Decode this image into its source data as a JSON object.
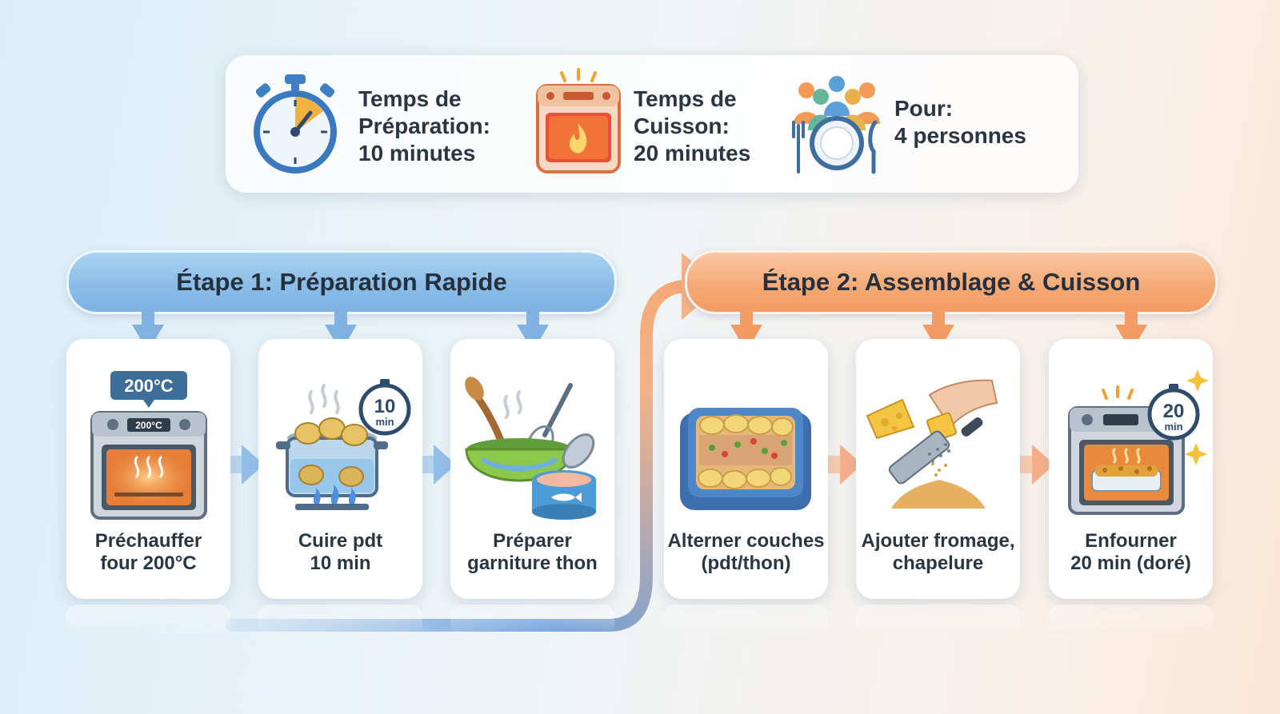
{
  "info": {
    "prep": {
      "line1": "Temps de",
      "line2": "Préparation:",
      "line3": "10 minutes"
    },
    "cook": {
      "line1": "Temps de",
      "line2": "Cuisson:",
      "line3": "20 minutes"
    },
    "serves": {
      "line1": "Pour:",
      "line2": "4 personnes"
    }
  },
  "stages": [
    {
      "title": "Étape 1: Préparation Rapide",
      "color": "#8bbde8"
    },
    {
      "title": "Étape 2: Assemblage & Cuisson",
      "color": "#f5a874"
    }
  ],
  "steps": [
    {
      "line1": "Préchauffer",
      "line2": "four 200°C",
      "badge": "200°C",
      "display": "200°C",
      "icon": "oven-icon"
    },
    {
      "line1": "Cuire pdt",
      "line2": "10 min",
      "timer_value": "10",
      "timer_unit": "min",
      "icon": "pot-icon"
    },
    {
      "line1": "Préparer",
      "line2": "garniture thon",
      "icon": "mixing-bowl-icon"
    },
    {
      "line1": "Alterner couches",
      "line2": "(pdt/thon)",
      "icon": "baking-dish-icon"
    },
    {
      "line1": "Ajouter fromage,",
      "line2": "chapelure",
      "icon": "cheese-grater-icon"
    },
    {
      "line1": "Enfourner",
      "line2": "20 min (doré)",
      "timer_value": "20",
      "timer_unit": "min",
      "icon": "oven-gratin-icon"
    }
  ],
  "colors": {
    "blue_accent": "#7fb2e0",
    "orange_accent": "#f39c64",
    "text": "#2b3643"
  }
}
